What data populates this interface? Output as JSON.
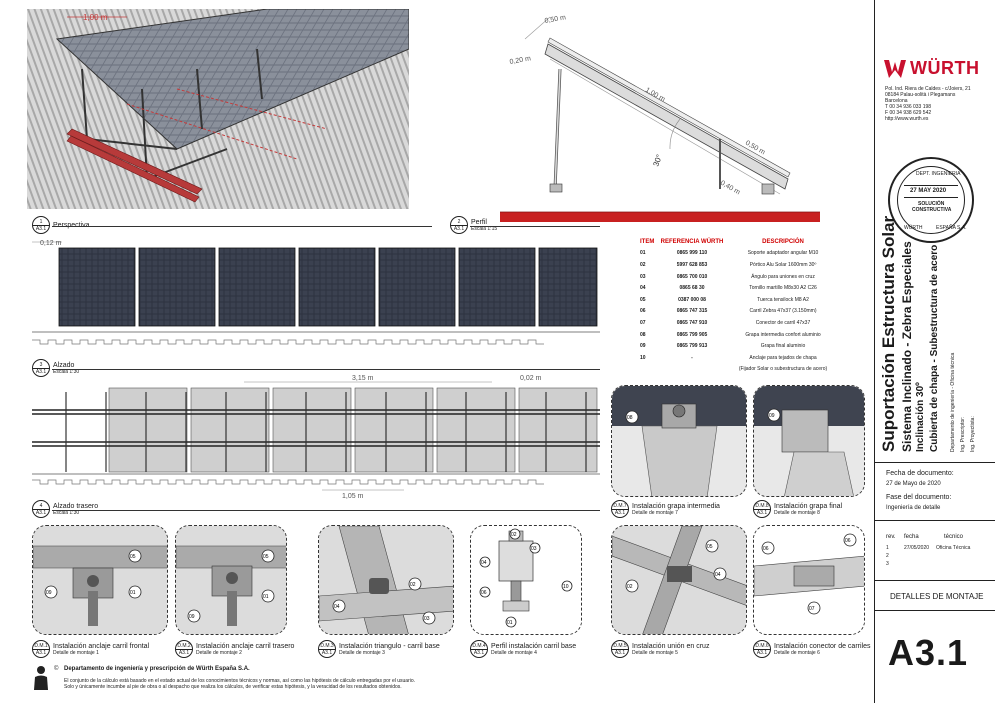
{
  "brand": {
    "name": "WÜRTH",
    "color": "#c8102e"
  },
  "company": {
    "address_lines": [
      "Pol. Ind. Riera de Caldes - c/Joiers, 21",
      "08184 Palau-solità i Plegamans",
      "Barcelona",
      "T 00 34 936 033 198",
      "F 00 34 938 629 542",
      "http://www.wurth.es"
    ]
  },
  "stamp": {
    "top": "DEPT. INGENIERIA",
    "date": "27 MAY 2020",
    "line1": "SOLUCIÓN",
    "line2": "CONSTRUCTIVA",
    "bottom_left": "WÜRTH",
    "bottom_right": "ESPAÑA S.A."
  },
  "title_block": {
    "title": "Suportación Estructura Solar",
    "subtitle1": "Sistema Inclinado - Zebra Especiales",
    "subtitle2": "Inclinación 30º",
    "subtitle3": "Cubierta de chapa - Subestructura de acero",
    "dept": "Departamento de ingeniería - Oficina técnica",
    "ing1": "Ing. Prescriptor:",
    "ing2": "Ing. Proyectista:",
    "doc_date_label": "Fecha de documento:",
    "doc_date": "27 de Mayo de 2020",
    "phase_label": "Fase del documento:",
    "phase": "Ingeniería de detalle",
    "rev_headers": [
      "rev.",
      "fecha",
      "técnico"
    ],
    "revs": [
      {
        "rev": "1",
        "fecha": "27/05/2020",
        "tecnico": "Oficina Técnica"
      },
      {
        "rev": "2",
        "fecha": "",
        "tecnico": ""
      },
      {
        "rev": "3",
        "fecha": "",
        "tecnico": ""
      }
    ],
    "sheet_title": "DETALLES DE MONTAJE",
    "sheet_number": "A3.1"
  },
  "views": {
    "v1": {
      "num": "1",
      "sheet": "A3.1",
      "title": "Perspectiva",
      "scale": ""
    },
    "v2": {
      "num": "2",
      "sheet": "A3.1",
      "title": "Perfil",
      "scale": "Escala 1:15"
    },
    "v3": {
      "num": "3",
      "sheet": "A3.1",
      "title": "Alzado",
      "scale": "Escala 1:30"
    },
    "v4": {
      "num": "4",
      "sheet": "A3.1",
      "title": "Alzado trasero",
      "scale": "Escala 1:30"
    }
  },
  "dims": {
    "persp_width": "1,00 m",
    "profile_top": "0,50 m",
    "profile_020": "0,20 m",
    "profile_100": "1,00 m",
    "profile_050": "0,50 m",
    "profile_040": "0,40 m",
    "profile_angle": "30°",
    "elev_012": "0,12 m",
    "rear_315": "3,15 m",
    "rear_002": "0,02 m",
    "rear_105": "1,05 m"
  },
  "parts": {
    "headers": [
      "ITEM",
      "REFERENCIA WÜRTH",
      "DESCRIPCIÓN"
    ],
    "rows": [
      {
        "item": "01",
        "ref": "0865 999 110",
        "desc": "Soporte adaptador angular M10"
      },
      {
        "item": "02",
        "ref": "5997 628 853",
        "desc": "Pórtico Alu Solar 1600mm 30º"
      },
      {
        "item": "03",
        "ref": "0865 700 010",
        "desc": "Ángulo para uniones en cruz"
      },
      {
        "item": "04",
        "ref": "0865 68 30",
        "desc": "Tornillo martillo M8x30 A2 C26"
      },
      {
        "item": "05",
        "ref": "0387 000 08",
        "desc": "Tuerca tensilock M8 A2"
      },
      {
        "item": "06",
        "ref": "0865 747 315",
        "desc": "Carril Zebra 47x37 (3.150mm)"
      },
      {
        "item": "07",
        "ref": "0865 747 910",
        "desc": "Conector de carril 47x37"
      },
      {
        "item": "08",
        "ref": "0865 799 905",
        "desc": "Grapa intermedia confort aluminio"
      },
      {
        "item": "09",
        "ref": "0865 799 913",
        "desc": "Grapa final aluminio"
      },
      {
        "item": "10",
        "ref": "-",
        "desc": "Anclaje para tejados de chapa"
      }
    ],
    "footnote": "(Fijador Solar o subestructura de acero)"
  },
  "details": [
    {
      "code": "D.M.1",
      "sheet": "A3.1",
      "title": "Instalación anclaje carril frontal",
      "sub": "Detalle de montaje 1"
    },
    {
      "code": "D.M.2",
      "sheet": "A3.1",
      "title": "Instalación anclaje carril trasero",
      "sub": "Detalle de montaje 2"
    },
    {
      "code": "D.M.3",
      "sheet": "A3.1",
      "title": "Instalación triangulo - carril base",
      "sub": "Detalle de montaje 3"
    },
    {
      "code": "D.M.4",
      "sheet": "A3.1",
      "title": "Perfil instalación carril base",
      "sub": "Detalle de montaje 4"
    },
    {
      "code": "D.M.5",
      "sheet": "A3.1",
      "title": "Instalación unión en cruz",
      "sub": "Detalle de montaje 5"
    },
    {
      "code": "D.M.6",
      "sheet": "A3.1",
      "title": "Instalación conector de carriles",
      "sub": "Detalle de montaje 6"
    },
    {
      "code": "D.M.7",
      "sheet": "A3.1",
      "title": "Instalación grapa intermedia",
      "sub": "Detalle de montaje 7"
    },
    {
      "code": "D.M.8",
      "sheet": "A3.1",
      "title": "Instalación grapa final",
      "sub": "Detalle de montaje 8"
    }
  ],
  "callouts": {
    "d1": [
      "05",
      "09",
      "01"
    ],
    "d2": [
      "05",
      "09",
      "01"
    ],
    "d3": [
      "02",
      "04",
      "03"
    ],
    "d4": [
      "02",
      "03",
      "04",
      "06",
      "01",
      "10"
    ],
    "d5": [
      "02",
      "05",
      "04"
    ],
    "d6": [
      "06",
      "06",
      "07"
    ],
    "d7": [
      "08"
    ],
    "d8": [
      "09"
    ]
  },
  "footer": {
    "copyright": "©",
    "dept": "Departamento de ingeniería y prescripción de Würth España S.A.",
    "line1": "El conjunto de la cálculo está basado en el estado actual de los conocimientos técnicos y normas, así como las hipótesis de cálculo entregadas por el usuario.",
    "line2": "Solo y únicamente incumbe al pie de obra o al despacho que realiza los cálculos, de verificar estas hipótesis, y la veracidad de los resultados obtenidos."
  }
}
